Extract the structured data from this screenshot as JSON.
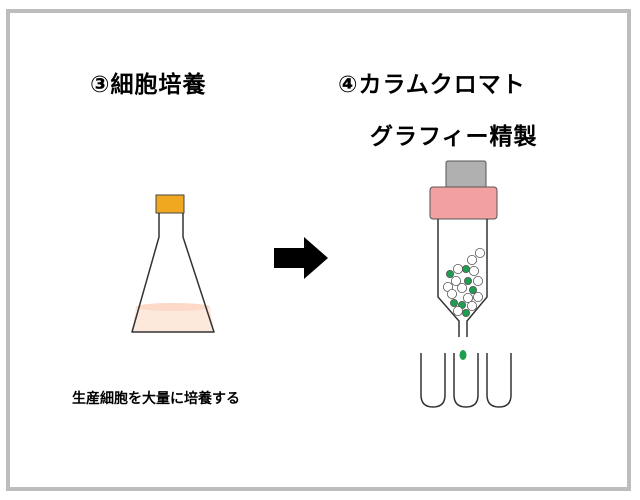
{
  "step3": {
    "title": "③細胞培養",
    "caption": "生産細胞を大量に培養する"
  },
  "step4": {
    "title_line1": "④カラムクロマト",
    "title_line2": "グラフィー精製"
  },
  "colors": {
    "frame": "#bdbdbd",
    "flask_cap": "#f0a820",
    "culture_medium": "#fde8dc",
    "column_cap_top": "#b0b0b0",
    "column_collar": "#f2a0a0",
    "bead_green": "#1e9e50",
    "bead_white": "#ffffff"
  },
  "icons": {
    "flask": "erlenmeyer-flask-icon",
    "arrow": "right-arrow-icon",
    "column": "chromatography-column-icon",
    "tubes": "test-tube-icon"
  }
}
